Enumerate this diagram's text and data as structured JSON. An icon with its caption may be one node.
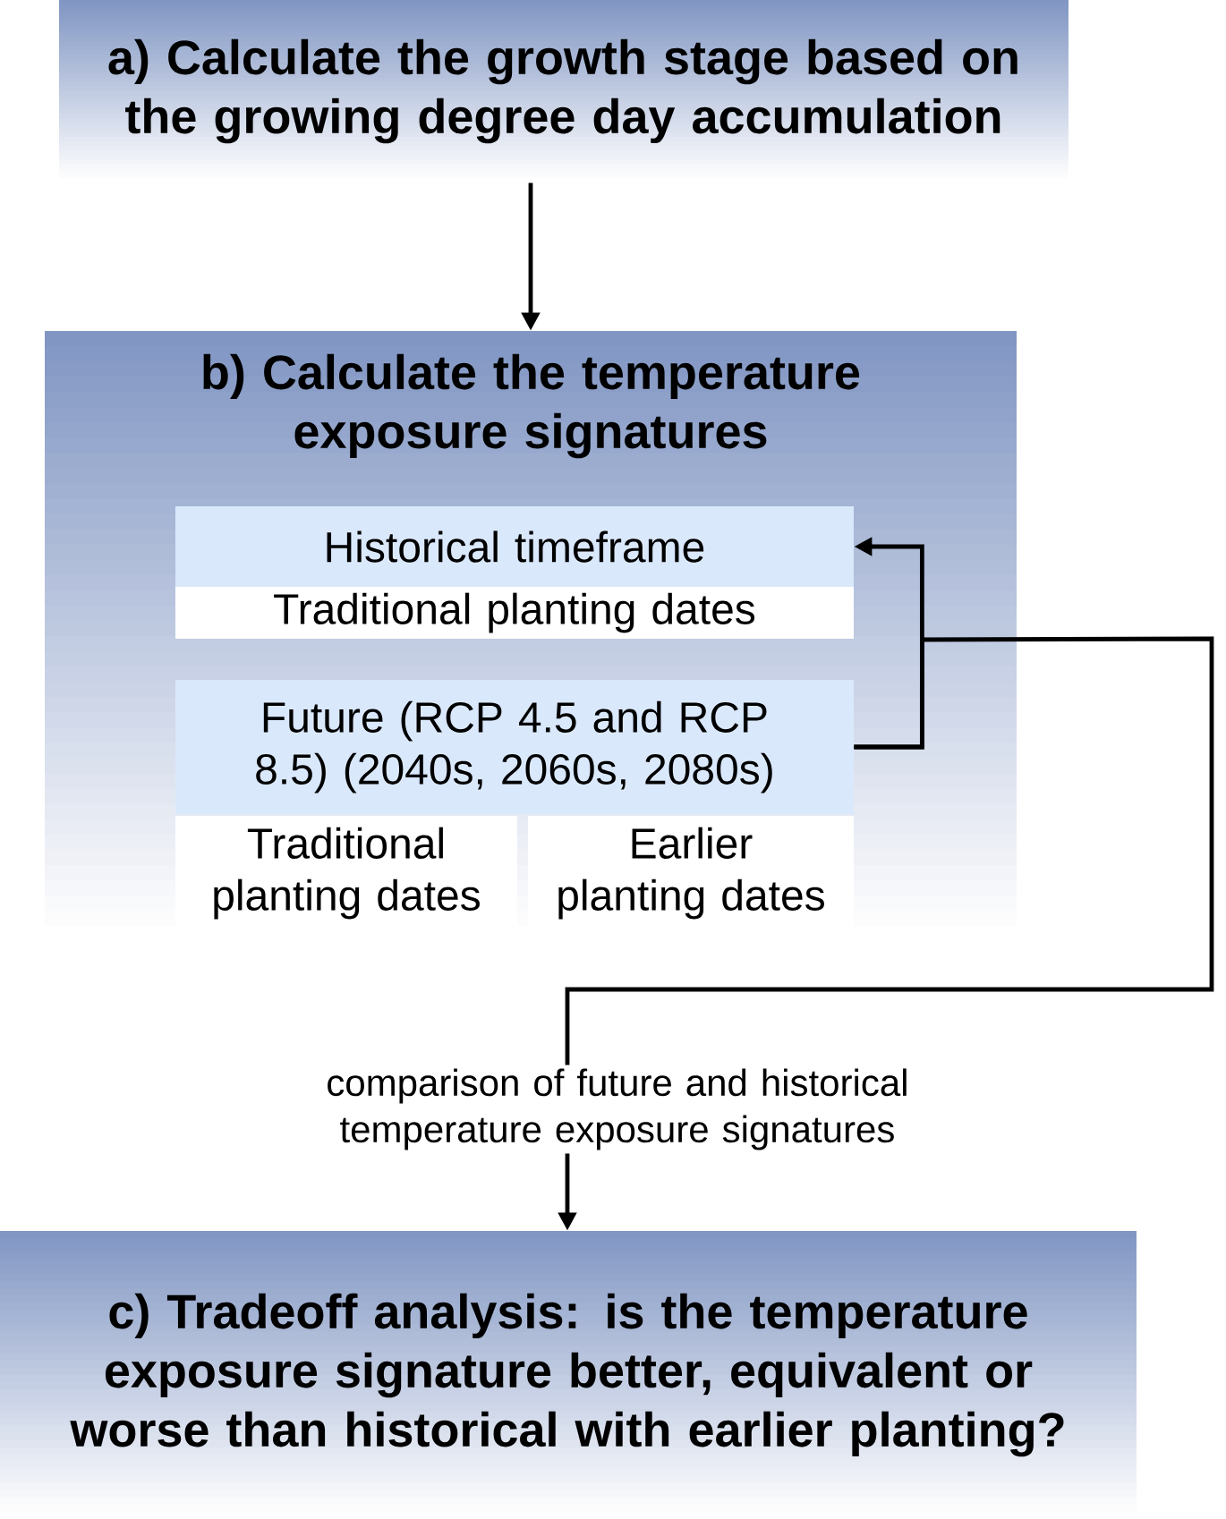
{
  "diagram": {
    "nodes": [
      {
        "text": [
          "a) Calculate the growth stage based on the growing degree day accumulation"
        ]
      },
      {
        "text": [
          "b) Calculate the temperature exposure signatures"
        ]
      },
      {
        "text": [
          "Historical timeframe"
        ],
        "in": 1
      },
      {
        "text": [
          "Traditional planting dates"
        ],
        "in": 1
      },
      {
        "text": [
          "Future (RCP 4.5 and RCP 8.5) (2040s, 2060s, 2080s)"
        ],
        "in": 1
      },
      {
        "text": [
          "Traditional planting dates"
        ],
        "in": 1
      },
      {
        "text": [
          "Earlier planting dates"
        ],
        "in": 1
      },
      {
        "text": [
          "c) Tradeoff analysis: is the temperature exposure signature better, equivalent or worse than historical with earlier planting?"
        ]
      }
    ],
    "edges": [
      {
        "from": 0,
        "to": 1,
        "arrow": "to"
      },
      {
        "from": 4,
        "to": 2,
        "arrow": "to"
      },
      {
        "from": 4,
        "to": 7,
        "arrow": "to",
        "label": "comparison of future and historical temperature exposure signatures"
      }
    ]
  }
}
